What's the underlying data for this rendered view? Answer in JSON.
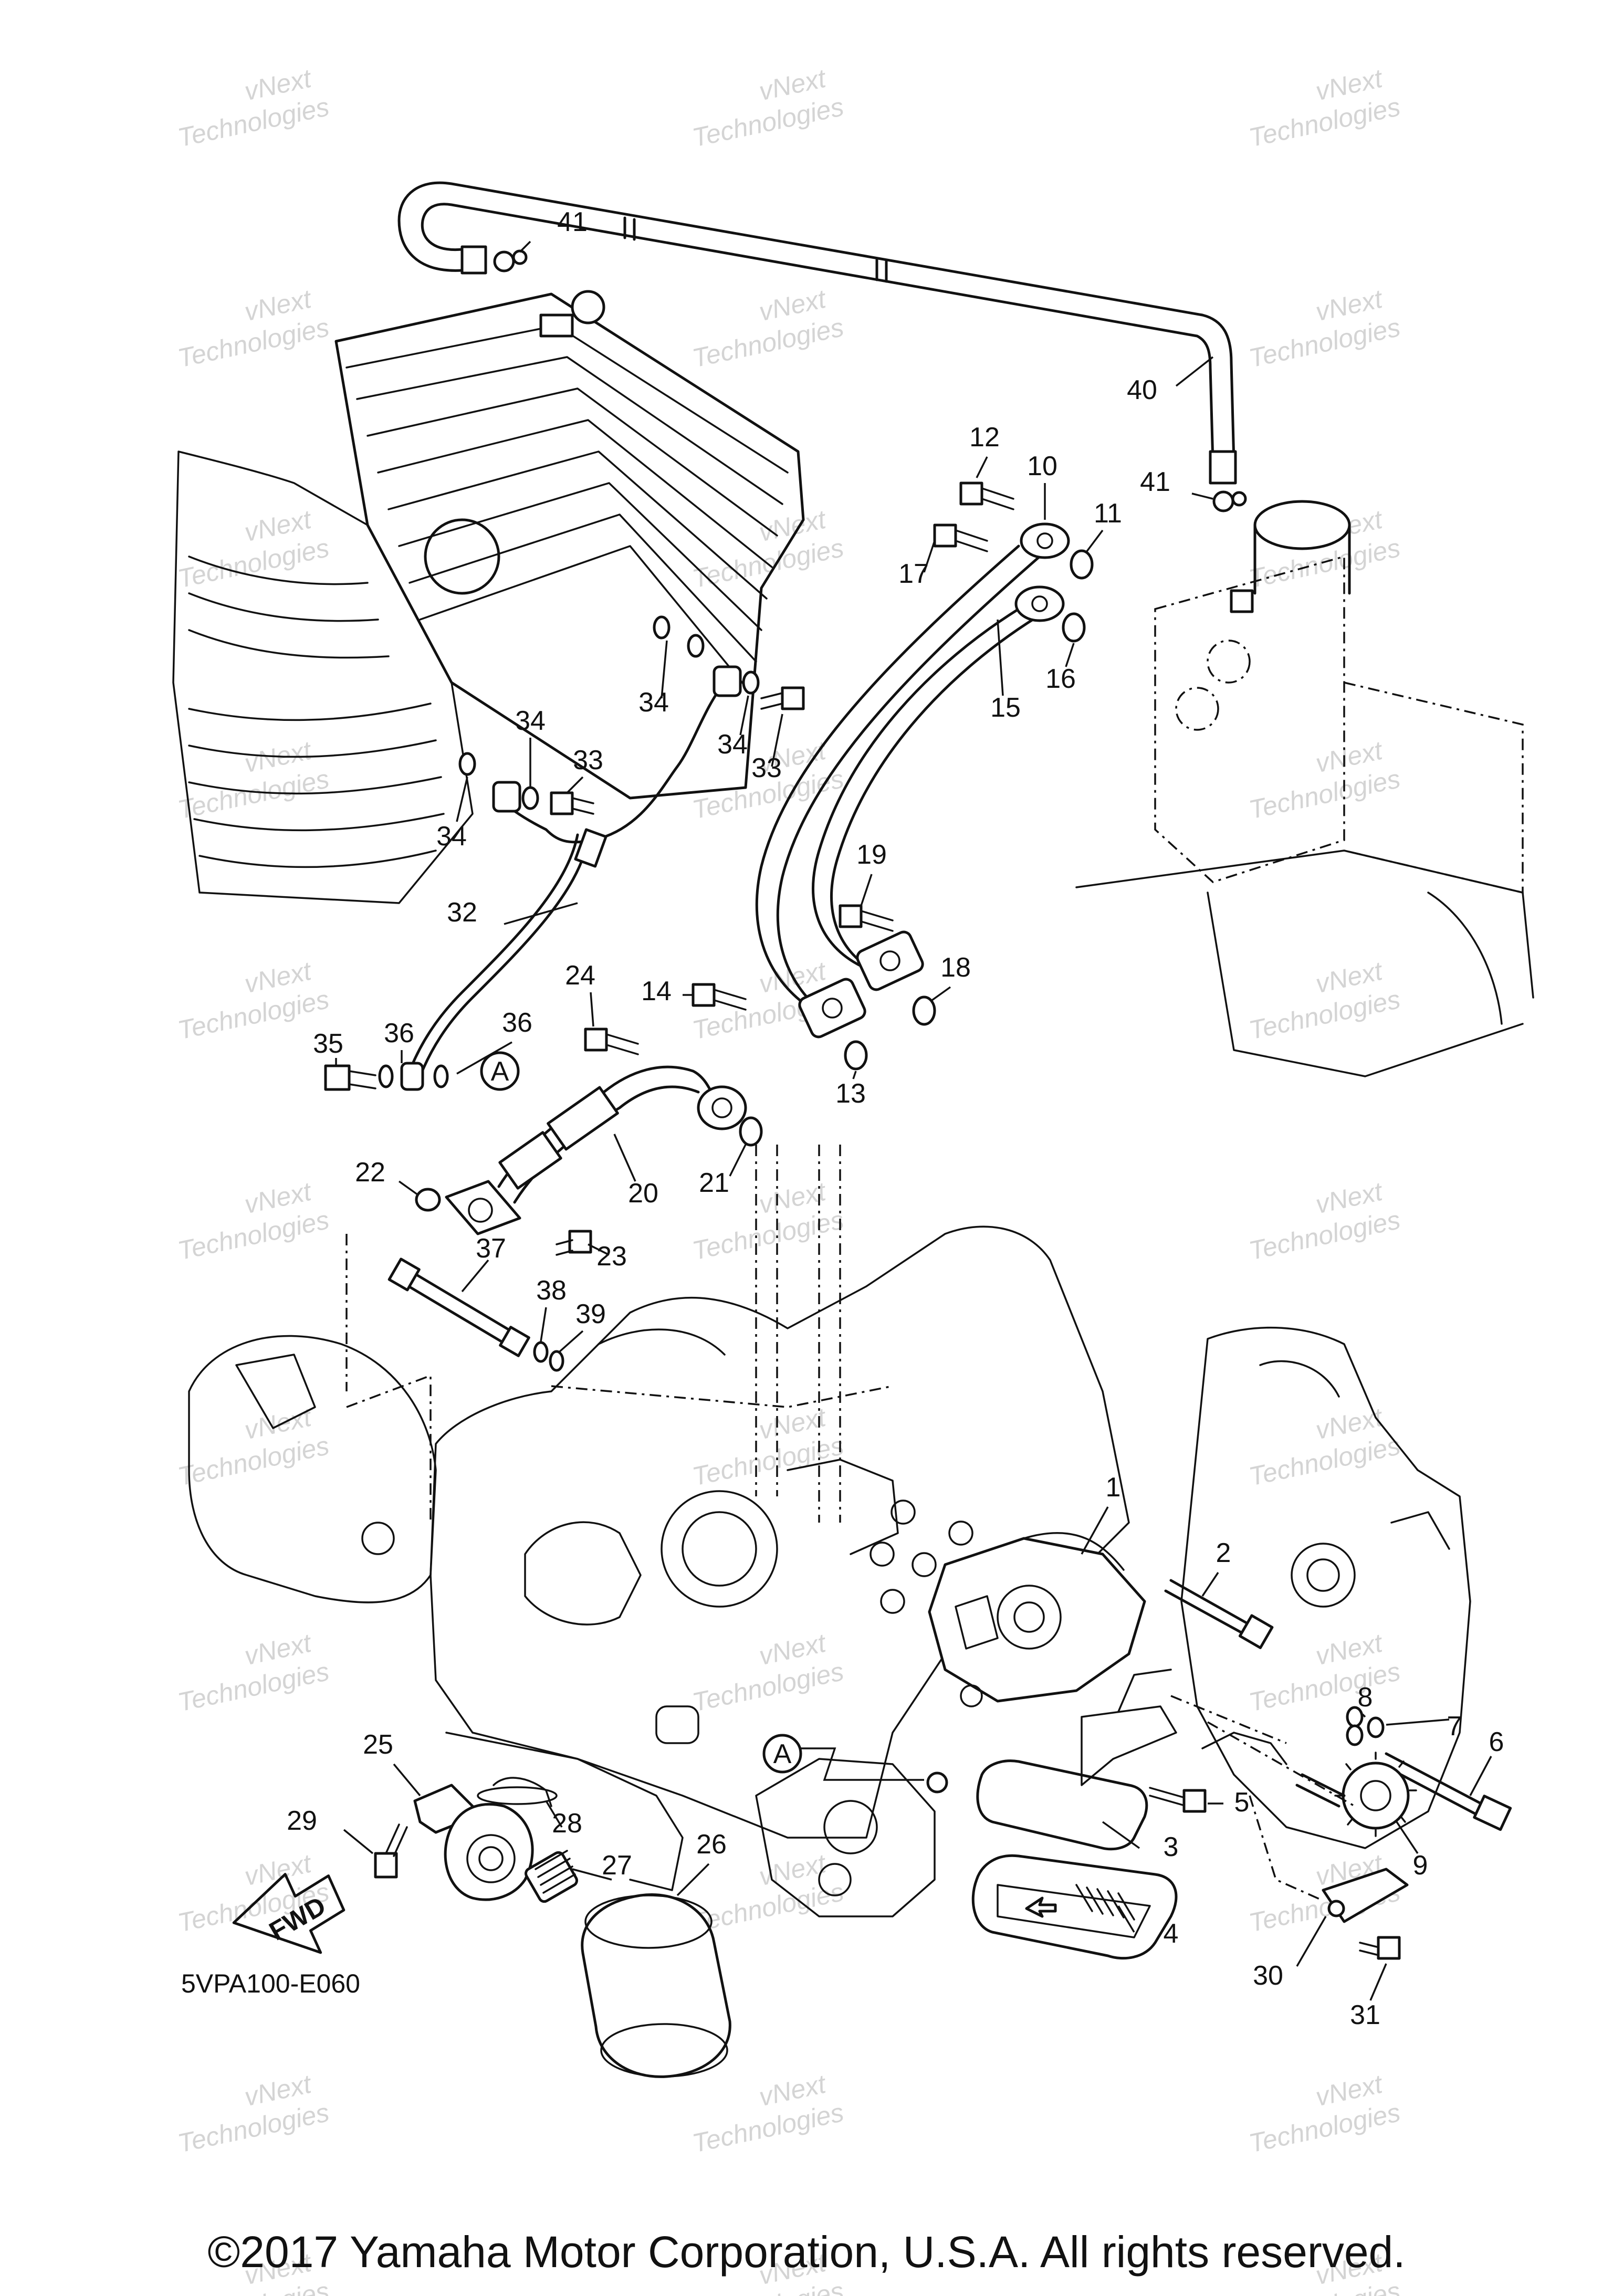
{
  "diagram": {
    "callouts": [
      "1",
      "2",
      "3",
      "4",
      "5",
      "6",
      "7",
      "8",
      "9",
      "10",
      "11",
      "12",
      "13",
      "14",
      "15",
      "16",
      "17",
      "18",
      "19",
      "20",
      "21",
      "22",
      "23",
      "24",
      "25",
      "26",
      "27",
      "28",
      "29",
      "30",
      "31",
      "32",
      "33",
      "34",
      "35",
      "36",
      "37",
      "38",
      "39",
      "40",
      "41"
    ],
    "reference_marker": "A",
    "fwd_label": "FWD",
    "diagram_code": "5VPA100-E060",
    "copyright": "©2017 Yamaha Motor Corporation, U.S.A. All rights reserved.",
    "watermark": {
      "line1": "vNext",
      "line2": "Technologies"
    }
  }
}
